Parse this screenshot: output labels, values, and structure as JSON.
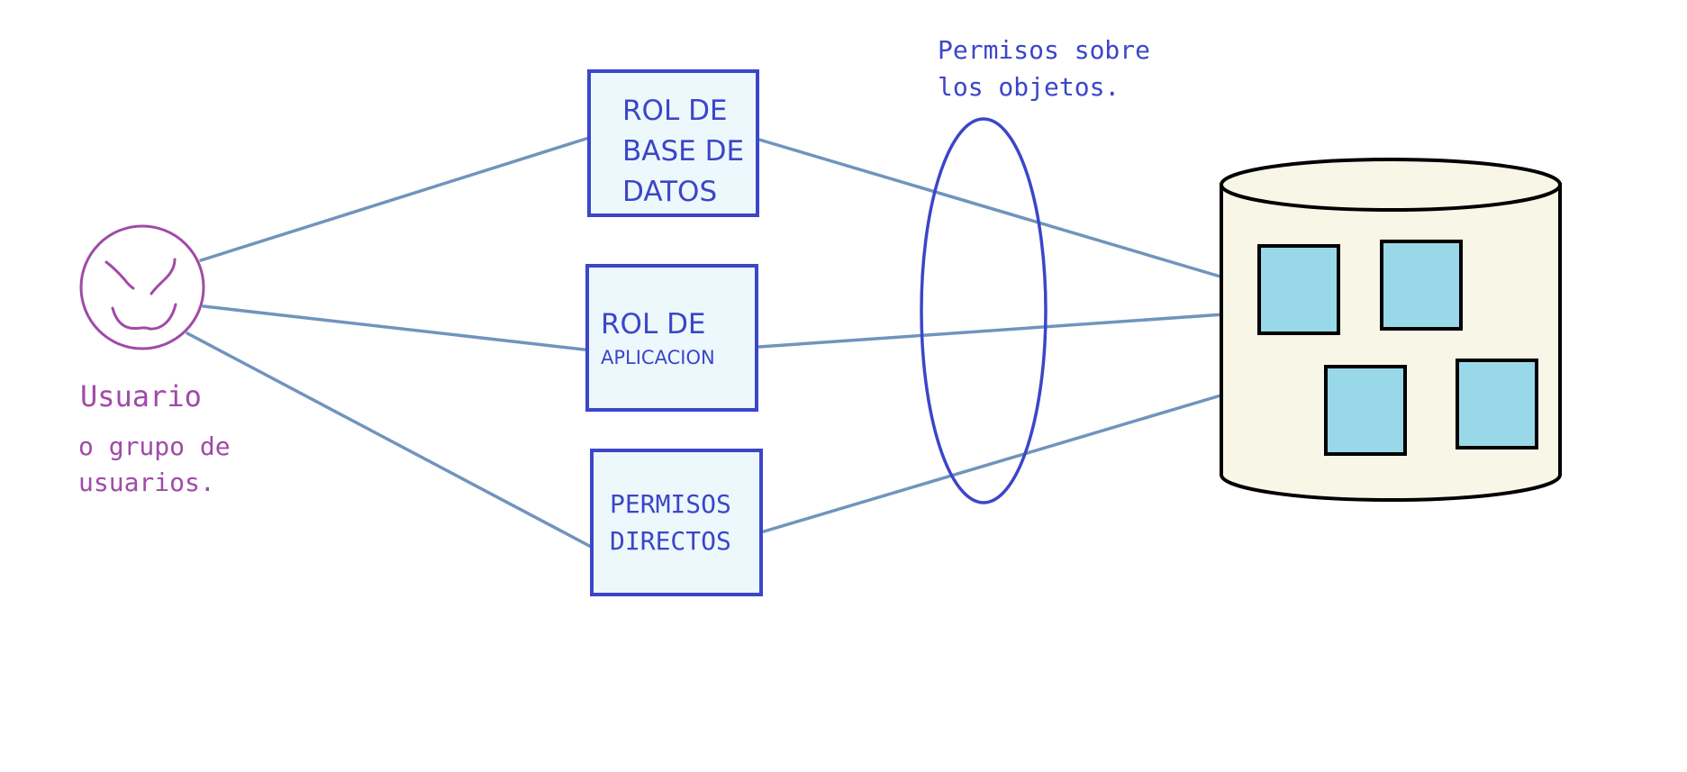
{
  "colors": {
    "connector": "#7094bd",
    "box_stroke": "#3b46c8",
    "box_fill": "#edf8fc",
    "user_color": "#a04aa8",
    "ellipse_stroke": "#3b46c8",
    "db_fill": "#f8f6e6",
    "db_stroke": "#000000",
    "table_fill": "#99d8e8"
  },
  "user": {
    "icon": "smiley-face-icon",
    "label": "Usuario",
    "sublabel_line1": "o grupo de",
    "sublabel_line2": "usuarios."
  },
  "boxes": {
    "db_role": {
      "line1": "ROL DE",
      "line2": "BASE DE",
      "line3": "DATOS"
    },
    "app_role": {
      "line1": "ROL DE",
      "line2": "APLICACION"
    },
    "direct_perms": {
      "line1": "PERMISOS",
      "line2": "DIRECTOS"
    }
  },
  "permissions_note": {
    "line1": "Permisos sobre",
    "line2": "los objetos."
  },
  "database": {
    "icon": "database-cylinder-icon",
    "object_count": 4
  }
}
